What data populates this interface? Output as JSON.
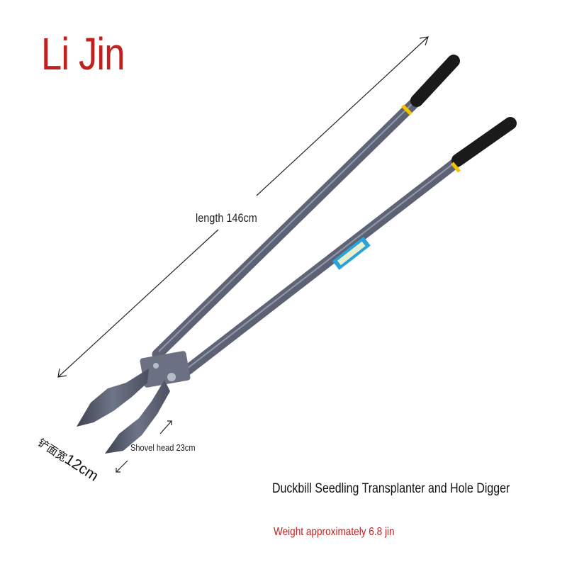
{
  "brand": {
    "name": "Li Jin"
  },
  "dimensions": {
    "length_label": "length 146cm",
    "head_label": "Shovel head 23cm",
    "width_label_cn": "铲面宽",
    "width_label_value": "12cm"
  },
  "product": {
    "title": "Duckbill Seedling Transplanter and Hole Digger",
    "weight": "Weight approximately 6.8 jin"
  },
  "colors": {
    "brand_red": "#c0211f",
    "handle_gray": "#5f6577",
    "grip_black": "#1a1a1a",
    "accent_yellow": "#f2c400",
    "label_blue": "#2aa4d8"
  }
}
